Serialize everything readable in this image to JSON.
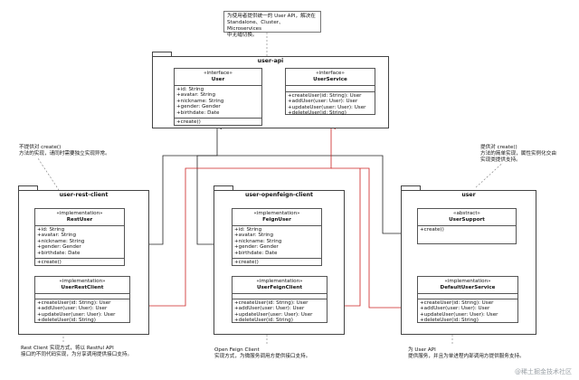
{
  "notes": {
    "top": "为使用者提供统一的 User API，解决在\nStandalone、Cluster、Microservices\n中无缝切换。",
    "left": "不提供对 create()\n方法的实现，请同时需要独立实现异常。",
    "right": "提供对 create()\n方法的简单实现，属性实例化交由\n实现类提供支持。",
    "bottom_left": "Rest Client 实现方式，将以 Restful API\n接口的不同代码实现，为分享调用提供接口支持。",
    "bottom_mid": "Open Feign Client\n实现方式，为微服务调用方提供接口支持。",
    "bottom_right": "为 User API\n提供服务，并且为单进程内部调用方提供服务支持。"
  },
  "packages": {
    "user_api": {
      "title": "user-api",
      "user": {
        "stereotype": "«interface»",
        "name": "User",
        "attributes": [
          "+id: String",
          "+avatar: String",
          "+nickname: String",
          "+gender: Gender",
          "+birthdate: Date"
        ],
        "methods": [
          "+create()"
        ]
      },
      "user_service": {
        "stereotype": "«interface»",
        "name": "UserService",
        "methods": [
          "+createUser(id: String): User",
          "+addUser(user: User): User",
          "+updateUser(user: User): User",
          "+deleteUser(id: String)"
        ]
      }
    },
    "user_rest_client": {
      "title": "user-rest-client",
      "rest_user": {
        "stereotype": "«implementation»",
        "name": "RestUser",
        "attributes": [
          "+id: String",
          "+avatar: String",
          "+nickname: String",
          "+gender: Gender",
          "+birthdate: Date"
        ],
        "methods": [
          "+create()"
        ]
      },
      "user_rest_client_cls": {
        "stereotype": "«implementation»",
        "name": "UserRestClient",
        "methods": [
          "+createUser(id: String): User",
          "+addUser(user: User): User",
          "+updateUser(user: User): User",
          "+deleteUser(id: String)"
        ]
      }
    },
    "user_openfeign_client": {
      "title": "user-openfeign-client",
      "feign_user": {
        "stereotype": "«implementation»",
        "name": "FeignUser",
        "attributes": [
          "+id: String",
          "+avatar: String",
          "+nickname: String",
          "+gender: Gender",
          "+birthdate: Date"
        ],
        "methods": [
          "+create()"
        ]
      },
      "user_feign_client": {
        "stereotype": "«implementation»",
        "name": "UserFeignClient",
        "methods": [
          "+createUser(id: String): User",
          "+addUser(user: User): User",
          "+updateUser(user: User): User",
          "+deleteUser(id: String)"
        ]
      }
    },
    "user": {
      "title": "user",
      "user_support": {
        "stereotype": "«abstract»",
        "name": "UserSupport",
        "methods": [
          "+create()"
        ]
      },
      "default_user_service": {
        "stereotype": "«implementation»",
        "name": "DefaultUserService",
        "methods": [
          "+createUser(id: String): User",
          "+addUser(user: User): User",
          "+updateUser(user: User): User",
          "+deleteUser(id: String)"
        ]
      }
    }
  },
  "colors": {
    "line": "#222222",
    "red_line": "#cc2222",
    "border": "#555555"
  },
  "watermark": "@稀土掘金技术社区"
}
